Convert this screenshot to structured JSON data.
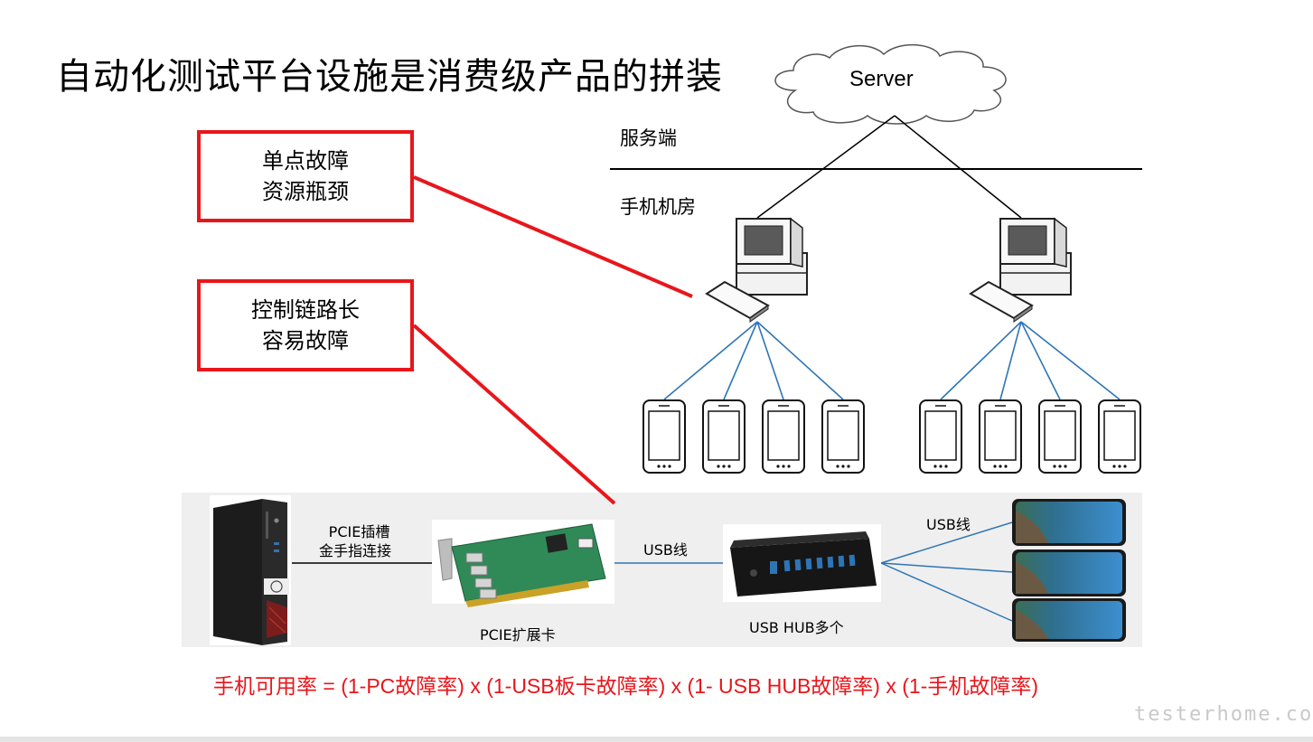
{
  "title": "自动化测试平台设施是消费级产品的拼装",
  "server_label": "Server",
  "server_side_label": "服务端",
  "phone_room_label": "手机机房",
  "problem_box_1": {
    "line1": "单点故障",
    "line2": "资源瓶颈"
  },
  "problem_box_2": {
    "line1": "控制链路长",
    "line2": "容易故障"
  },
  "hardware": {
    "pcie_slot_line1": "PCIE插槽",
    "pcie_slot_line2": "金手指连接",
    "pcie_card_label": "PCIE扩展卡",
    "usb_cable_label_1": "USB线",
    "usb_hub_label": "USB HUB多个",
    "usb_cable_label_2": "USB线"
  },
  "formula": "手机可用率  = (1-PC故障率) x (1-USB板卡故障率) x (1- USB HUB故障率) x (1-手机故障率)",
  "watermark": "testerhome.com",
  "colors": {
    "accent_red": "#e8161b",
    "link_blue": "#2e75b6",
    "strip_gray": "#efefef"
  }
}
